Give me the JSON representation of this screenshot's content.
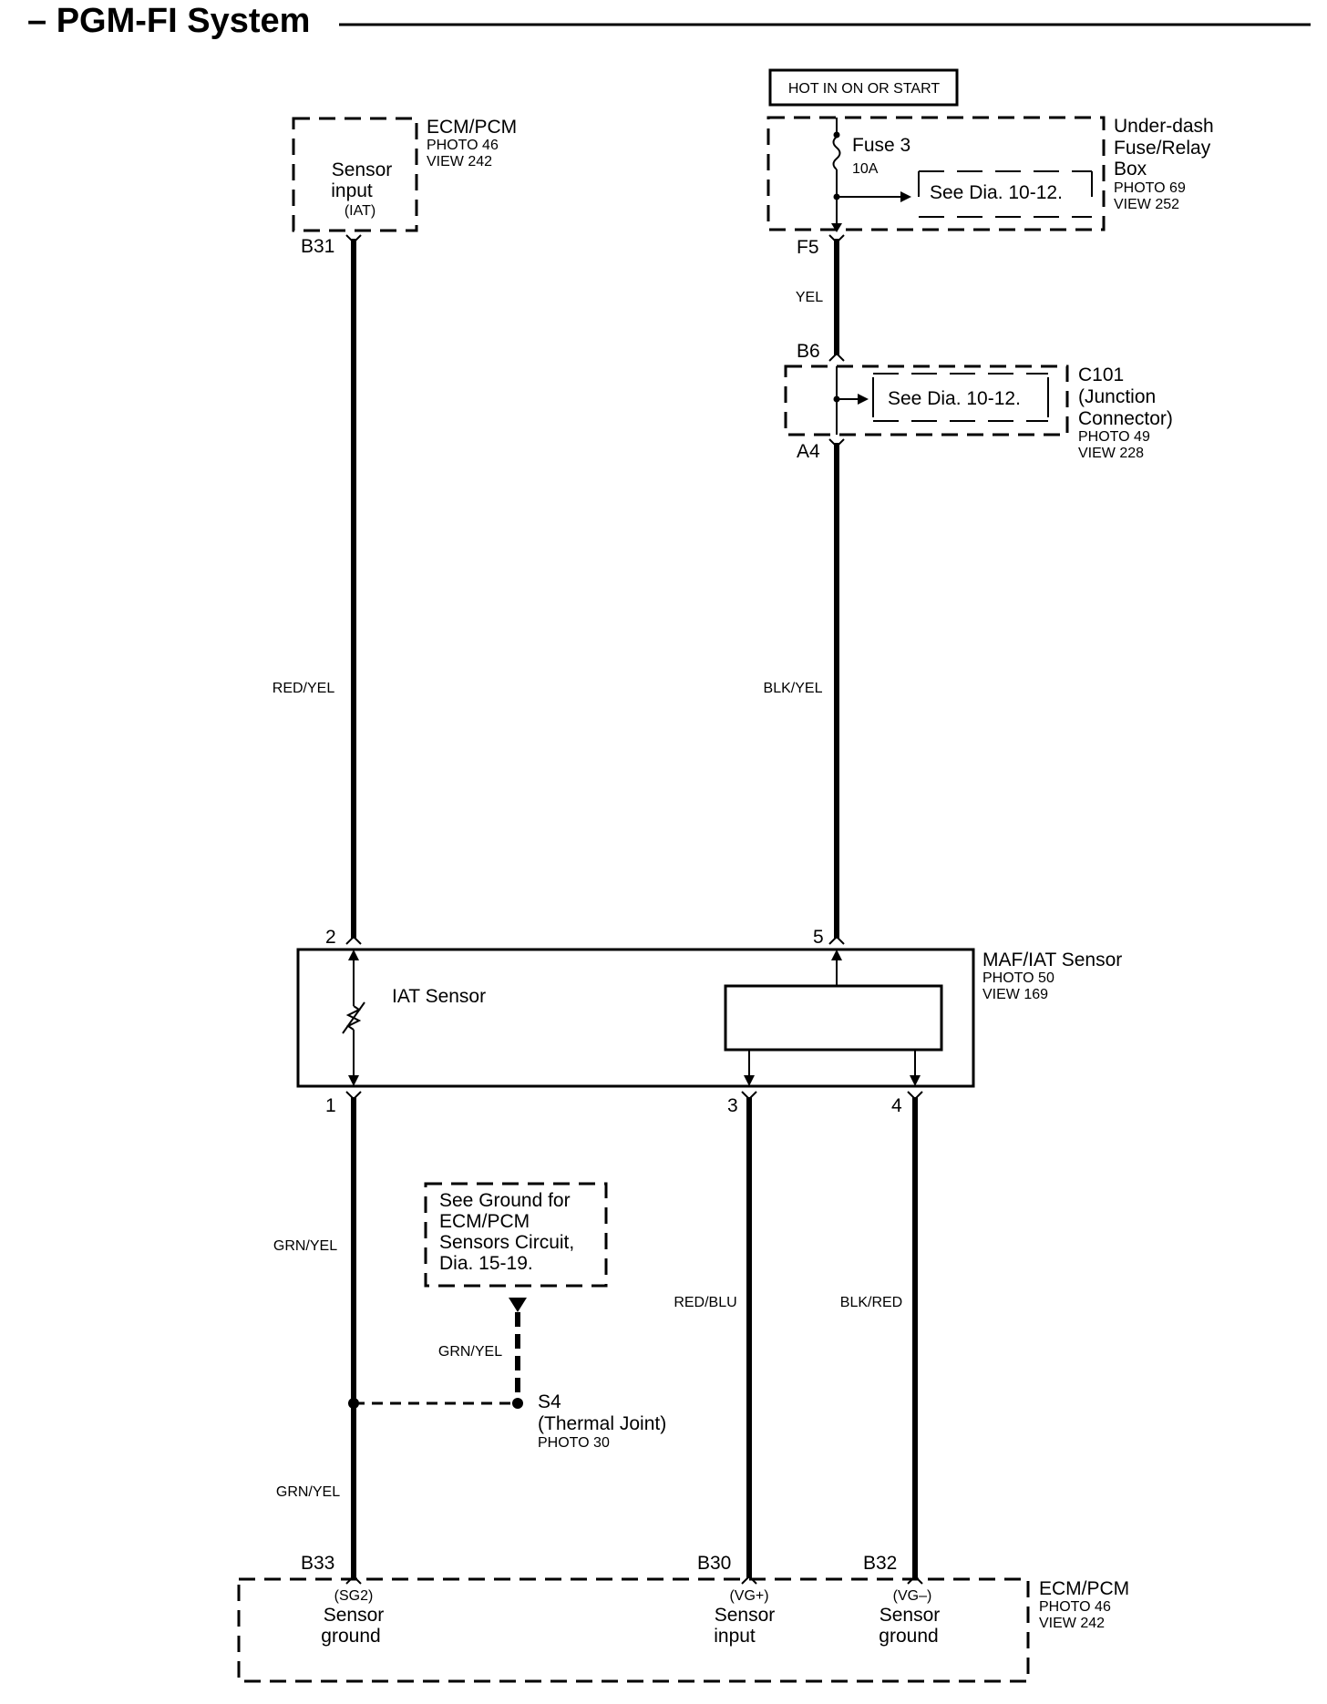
{
  "header": {
    "title": "– PGM-FI System"
  },
  "power_tag": "HOT IN ON OR START",
  "ecm_top": {
    "name": "ECM/PCM",
    "photo": "PHOTO 46",
    "view": "VIEW 242",
    "func1": "Sensor",
    "func2": "input",
    "func3": "(IAT)",
    "pin": "B31"
  },
  "fuse_box": {
    "name1": "Under-dash",
    "name2": "Fuse/Relay",
    "name3": "Box",
    "photo": "PHOTO 69",
    "view": "VIEW 252",
    "fuse": "Fuse 3",
    "amps": "10A",
    "see": "See Dia. 10-12.",
    "pin": "F5"
  },
  "c101": {
    "name1": "C101",
    "name2": "(Junction",
    "name3": "Connector)",
    "photo": "PHOTO 49",
    "view": "VIEW 228",
    "see": "See Dia. 10-12.",
    "pin_in": "B6",
    "pin_out": "A4"
  },
  "wires": {
    "yel": "YEL",
    "red_yel": "RED/YEL",
    "blk_yel": "BLK/YEL",
    "grn_yel_1": "GRN/YEL",
    "grn_yel_2": "GRN/YEL",
    "grn_yel_3": "GRN/YEL",
    "red_blu": "RED/BLU",
    "blk_red": "BLK/RED"
  },
  "maf": {
    "name": "MAF/IAT Sensor",
    "photo": "PHOTO 50",
    "view": "VIEW 169",
    "iat": "IAT Sensor",
    "pin2": "2",
    "pin5": "5",
    "pin1": "1",
    "pin3": "3",
    "pin4": "4"
  },
  "ground_note": {
    "line1": "See Ground for",
    "line2": "ECM/PCM",
    "line3": "Sensors Circuit,",
    "line4": "Dia. 15-19."
  },
  "s4": {
    "name": "S4",
    "desc": "(Thermal Joint)",
    "photo": "PHOTO 30"
  },
  "ecm_bottom": {
    "name": "ECM/PCM",
    "photo": "PHOTO 46",
    "view": "VIEW 242",
    "b33": {
      "pin": "B33",
      "sig": "(SG2)",
      "l1": "Sensor",
      "l2": "ground"
    },
    "b30": {
      "pin": "B30",
      "sig": "(VG+)",
      "l1": "Sensor",
      "l2": "input"
    },
    "b32": {
      "pin": "B32",
      "sig": "(VG–)",
      "l1": "Sensor",
      "l2": "ground"
    }
  }
}
